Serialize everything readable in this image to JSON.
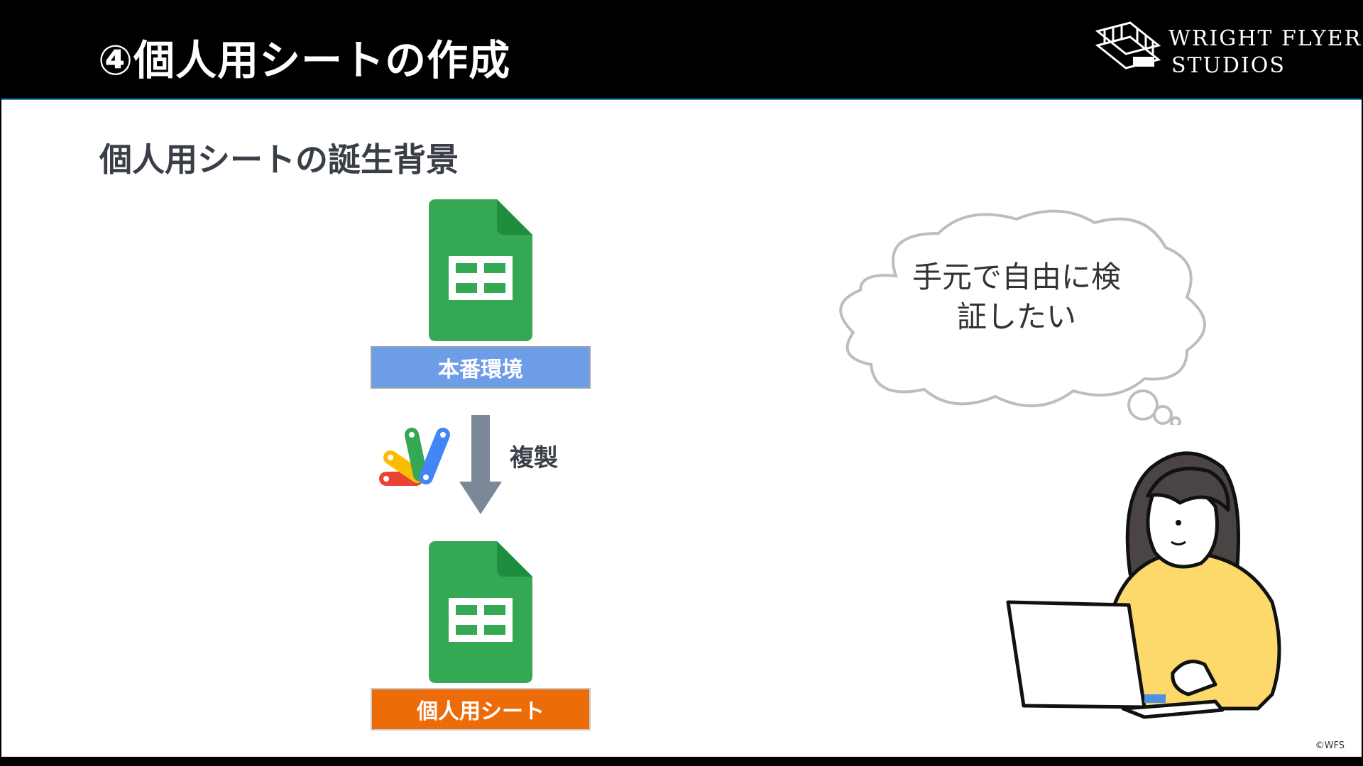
{
  "header": {
    "title": "④個人用シートの作成",
    "logo_line1": "WRIGHT FLYER",
    "logo_line2": "STUDIOS"
  },
  "section": {
    "title": "個人用シートの誕生背景"
  },
  "diagram": {
    "source_label": "本番環境",
    "action_label": "複製",
    "target_label": "個人用シート"
  },
  "thought": {
    "text_line1": "手元で自由に検",
    "text_line2": "証したい"
  },
  "footer": {
    "copyright": "©WFS"
  },
  "colors": {
    "sheet_green": "#34a853",
    "sheet_fold": "#1e8e3e",
    "prod_blue": "#6e9de8",
    "personal_orange": "#ed6c0a",
    "arrow_gray": "#7b8898",
    "accent_line": "#1f8fc7"
  },
  "icons": {
    "sheet": "google-sheets-icon",
    "script": "apps-script-icon",
    "arrow": "arrow-down-icon",
    "logo": "wright-flyer-logo-icon"
  }
}
